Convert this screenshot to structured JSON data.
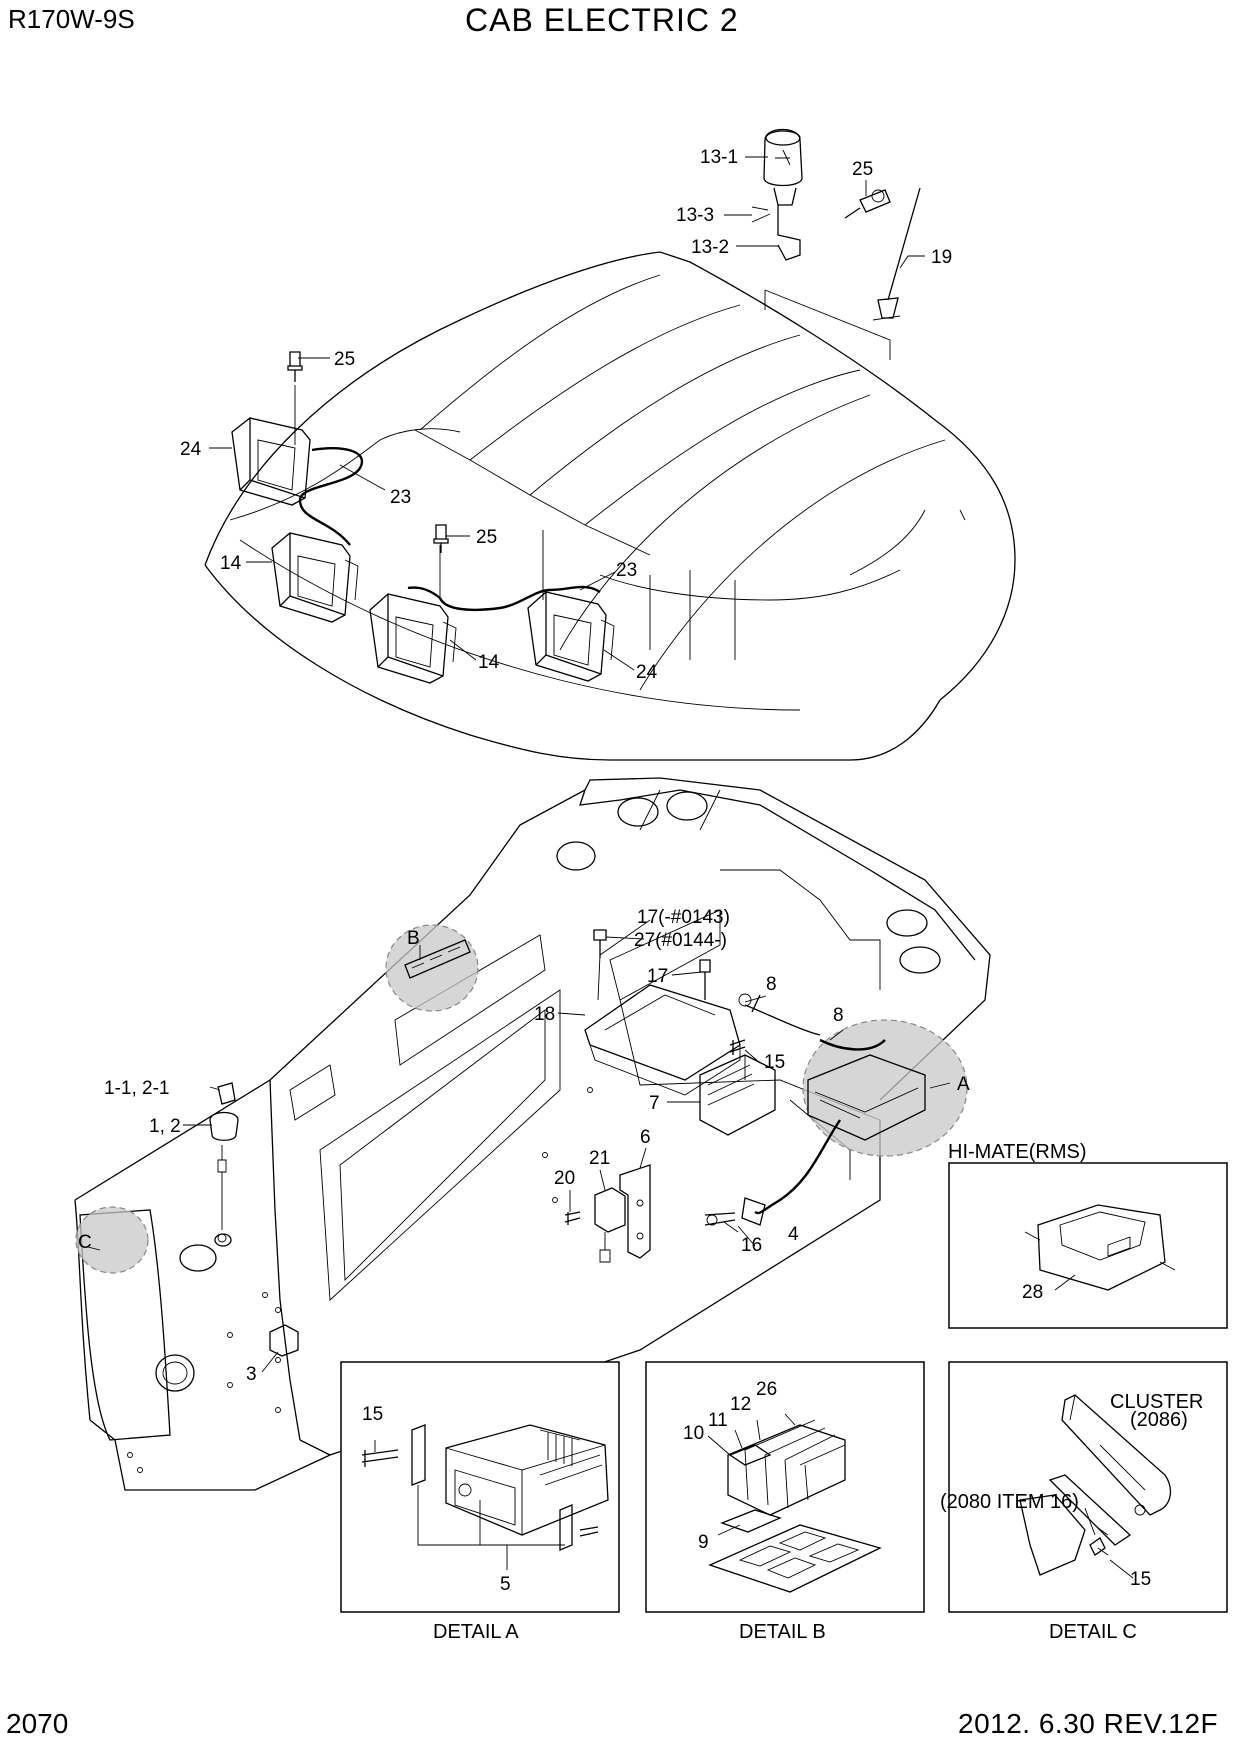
{
  "header": {
    "model": "R170W-9S",
    "title": "CAB ELECTRIC 2"
  },
  "footer": {
    "page": "2070",
    "revision": "2012. 6.30  REV.12F"
  },
  "callouts": {
    "c13_1": "13-1",
    "c13_3": "13-3",
    "c13_2": "13-2",
    "c25a": "25",
    "c19": "19",
    "c25b": "25",
    "c24a": "24",
    "c23a": "23",
    "c25c": "25",
    "c14a": "14",
    "c23b": "23",
    "c14b": "14",
    "c24b": "24",
    "c17a": "17(-#0143)",
    "c27": "27(#0144-)",
    "cB": "B",
    "c17b": "17",
    "c8a": "8",
    "c18": "18",
    "c8b": "8",
    "c15a": "15",
    "cA": "A",
    "c7": "7",
    "c1_1": "1-1, 2-1",
    "c1_2": "1, 2",
    "c6": "6",
    "c21": "21",
    "c20": "20",
    "c16": "16",
    "c4": "4",
    "cC": "C",
    "c3": "3",
    "c28": "28",
    "dA15": "15",
    "dA5": "5",
    "dB26": "26",
    "dB12": "12",
    "dB11": "11",
    "dB10": "10",
    "dB9": "9",
    "dC_cluster": "CLUSTER",
    "dC_cluster_ref": "(2086)",
    "dC_item": "(2080 ITEM 16)",
    "dC15": "15"
  },
  "panels": {
    "hi_mate": "HI-MATE(RMS)",
    "detail_a": "DETAIL A",
    "detail_b": "DETAIL B",
    "detail_c": "DETAIL C"
  }
}
